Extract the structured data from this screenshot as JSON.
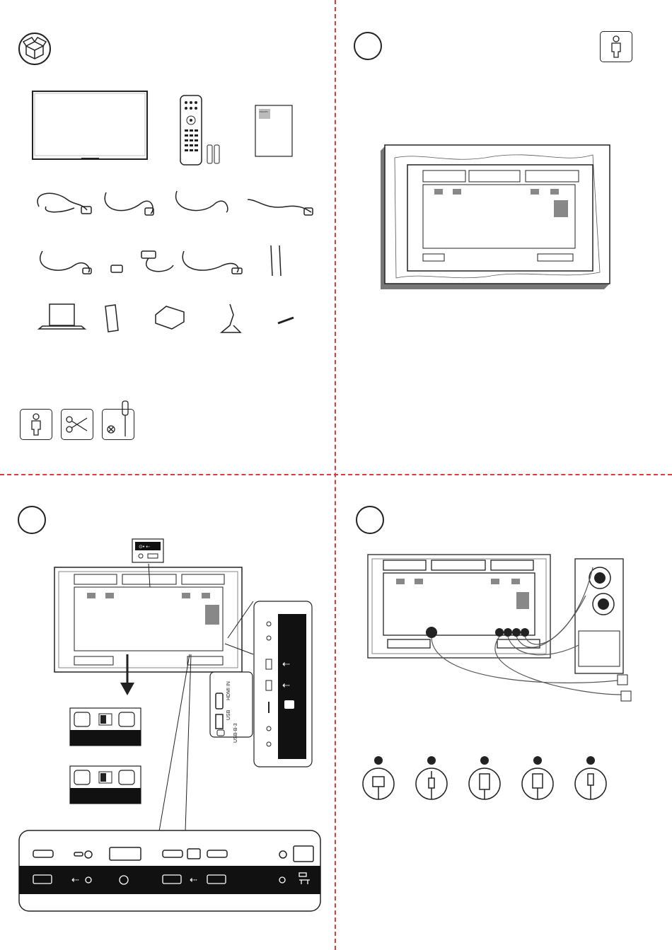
{
  "colors": {
    "divider": "#e0393e",
    "ink": "#222222",
    "panel": "#111111"
  },
  "box_contents": {
    "icon": "box-open-icon",
    "items": [
      "display",
      "remote-control",
      "batteries",
      "quick-start-guide",
      "power-cord",
      "audio-cable",
      "ir-cable",
      "rs232-cable",
      "hdmi-cable",
      "dvi-cable",
      "usb-cable",
      "touch-pens",
      "stand-bracket",
      "cleaning-cloth",
      "usb-cover",
      "camera-stand",
      "cable-clips"
    ]
  },
  "quick_start_guide_brand": "PHILIPS",
  "tools": [
    "person-icon",
    "scissors-icon",
    "screwdriver-icon"
  ],
  "ports_panel": {
    "top": [
      "usb-a-port",
      "audio-in-port"
    ],
    "side_labels": {
      "usb": "USB",
      "hdmi": "HDMI IN",
      "usb_c": "USB-B-3"
    },
    "bottom_white": [
      "HDMI",
      "USB-C",
      "DVI",
      "HDMI",
      "USB-B",
      "HDMI",
      "AUDIO OUT",
      "LAN"
    ]
  },
  "connectors": [
    "power-plug",
    "audio-jack",
    "vga-connector",
    "hdmi-connector",
    "usb-connector"
  ]
}
